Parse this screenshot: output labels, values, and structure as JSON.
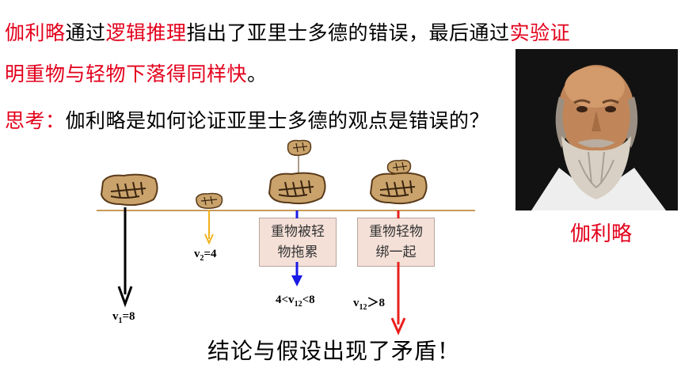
{
  "intro": {
    "line1": [
      {
        "text": "伽利略",
        "red": true
      },
      {
        "text": "通过",
        "red": false
      },
      {
        "text": "逻辑推理",
        "red": true
      },
      {
        "text": "指出了亚里士多德的错误，最后通过",
        "red": false
      },
      {
        "text": "实验证",
        "red": true
      }
    ],
    "line2": [
      {
        "text": "明重物与轻物下落得同样快",
        "red": true
      },
      {
        "text": "。",
        "red": false
      }
    ]
  },
  "question": {
    "label": "思考：",
    "text": "伽利略是如何论证亚里士多德的观点是错误的？"
  },
  "portrait": {
    "caption": "伽利略"
  },
  "diagram": {
    "box1": [
      "重物被轻",
      "物拖累"
    ],
    "box2": [
      "重物轻物",
      "绑一起"
    ],
    "v1": {
      "prefix": "v",
      "sub": "1",
      "suffix": "=8"
    },
    "v2": {
      "prefix": "v",
      "sub": "2",
      "suffix": "=4"
    },
    "v12a": {
      "prefix": "4<v",
      "sub": "12",
      "suffix": "<8"
    },
    "v12b": {
      "prefix": "v",
      "sub": "12",
      "suffix": "＞8"
    }
  },
  "conclusion": "结论与假设出现了矛盾！",
  "colors": {
    "red": "#e3001b",
    "arrow_black": "#000000",
    "arrow_orange": "#f0b21c",
    "arrow_blue": "#1a1ae6",
    "arrow_red": "#e8201d",
    "box_fill": "#f4e0d7",
    "stone": "#c9a36b"
  }
}
